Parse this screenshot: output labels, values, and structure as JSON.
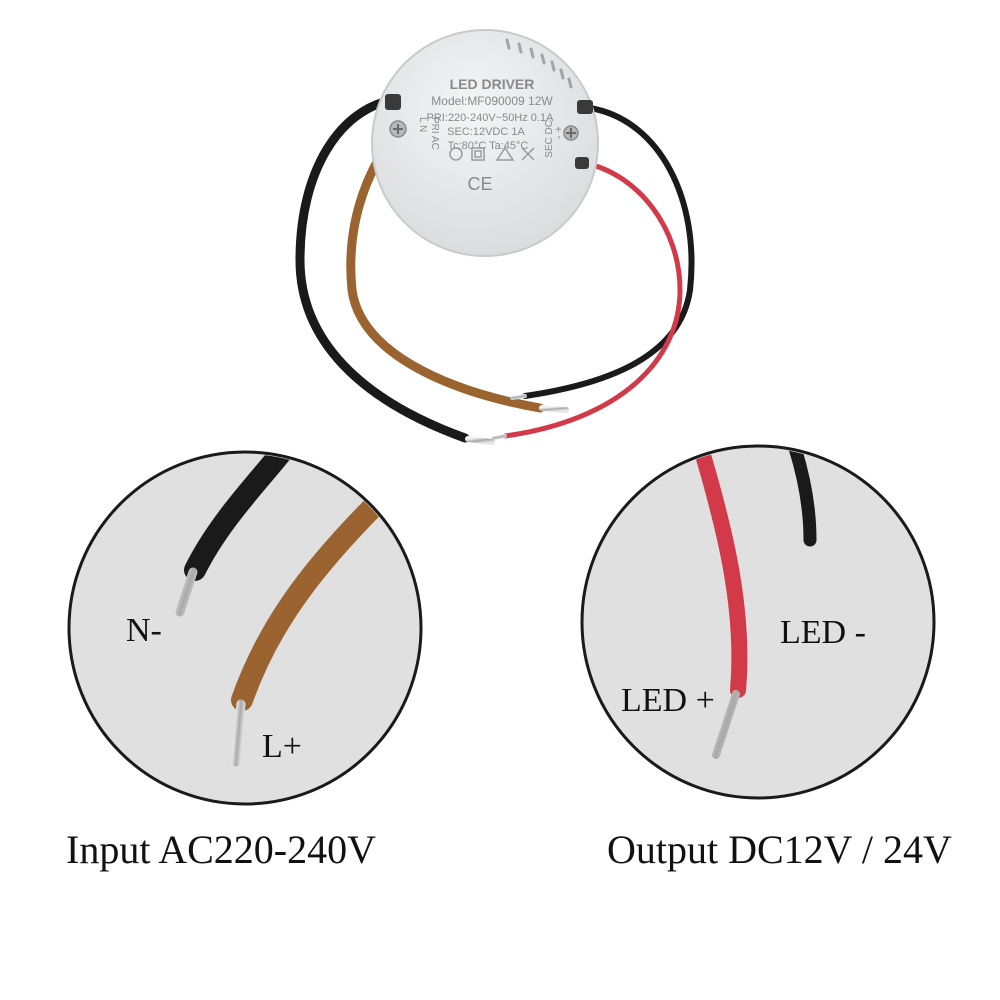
{
  "driver": {
    "title": "LED DRIVER",
    "model": "Model:MF090009 12W",
    "primary": "PRI:220-240V~50Hz 0.1A",
    "secondary": "SEC:12VDC 1A",
    "temps": "Tc:80°C Ta:45°C",
    "ce_mark": "CE",
    "left_terminal_letters": "L N",
    "left_terminal_text": "PRI AC",
    "right_terminal_text": "SEC DC",
    "right_terminal_signs": "- +"
  },
  "input_zoom": {
    "neutral_label": "N-",
    "live_label": "L+",
    "caption": "Input AC220-240V"
  },
  "output_zoom": {
    "negative_label": "LED -",
    "positive_label": "LED +",
    "caption": "Output DC12V / 24V"
  },
  "colors": {
    "wire_black": "#1a1a1a",
    "wire_brown": "#9a6330",
    "wire_red": "#d23a4a",
    "circle_fill": "#e0e0e0",
    "driver_body": "#e9eaec"
  },
  "icons": [
    "screw-icon",
    "ce-mark-icon",
    "safety-symbol-icon"
  ]
}
